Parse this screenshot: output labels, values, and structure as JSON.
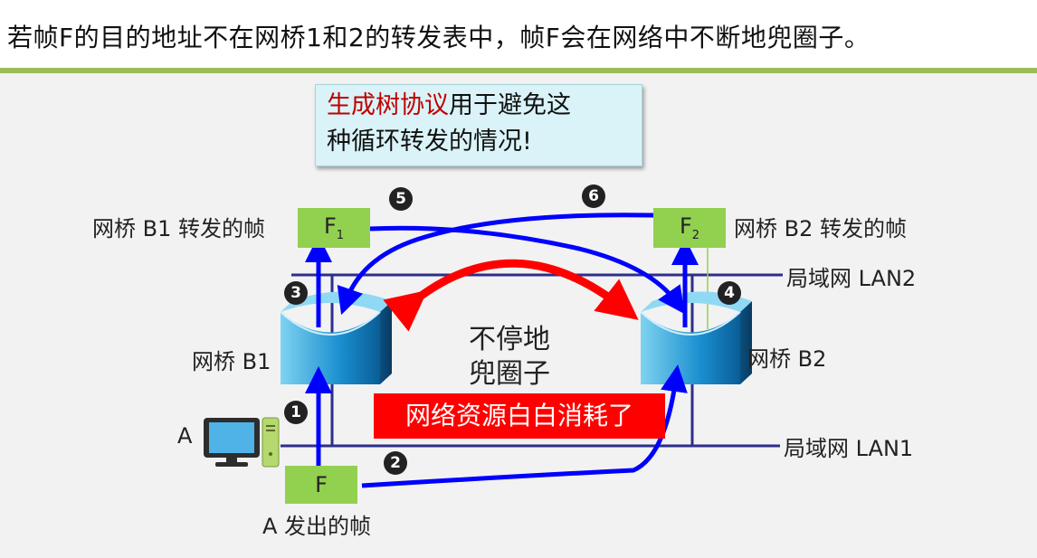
{
  "header": {
    "text": "若帧F的目的地址不在网桥1和2的转发表中，帧F会在网络中不断地兜圈子。"
  },
  "callout": {
    "red_text": "生成树协议",
    "rest_text": "用于避免这",
    "line2": "种循环转发的情况!"
  },
  "labels": {
    "lan2": "局域网 LAN2",
    "lan1": "局域网 LAN1",
    "bridge1": "网桥 B1",
    "bridge2": "网桥 B2",
    "b1_forward": "网桥 B1 转发的帧",
    "b2_forward": "网桥 B2 转发的帧",
    "host_a": "A",
    "a_sent": "A 发出的帧"
  },
  "frames": {
    "f": "F",
    "f1": "F",
    "f1_sub": "1",
    "f2": "F",
    "f2_sub": "2"
  },
  "center": {
    "line1": "不停地",
    "line2": "兜圈子"
  },
  "banner": {
    "text": "网络资源白白消耗了"
  },
  "steps": [
    "1",
    "2",
    "3",
    "4",
    "5",
    "6"
  ],
  "colors": {
    "accent_green": "#9bbb59",
    "frame_green": "#92d050",
    "arrow_blue": "#0000ff",
    "arrow_red": "#ff0000",
    "lan_line": "#2e2e8c",
    "bridge_blue": "#0070c0"
  }
}
